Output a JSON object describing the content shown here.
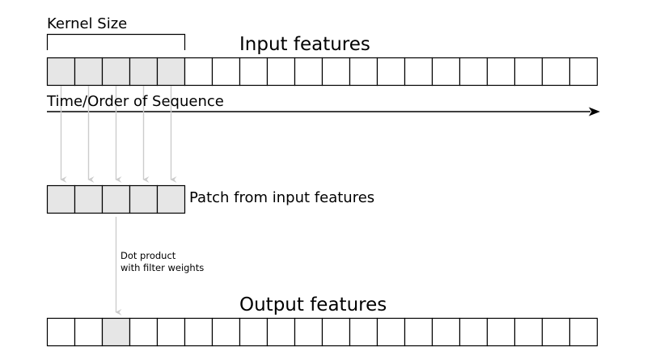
{
  "labels": {
    "kernel_size": "Kernel Size",
    "input_features": "Input features",
    "time_order": "Time/Order of Sequence",
    "patch": "Patch from input features",
    "dot_product_line1": "Dot product",
    "dot_product_line2": "with filter weights",
    "output_features": "Output features"
  },
  "input_row": {
    "cells": 20,
    "highlighted": [
      0,
      1,
      2,
      3,
      4
    ]
  },
  "patch_row": {
    "cells": 5,
    "highlighted": [
      0,
      1,
      2,
      3,
      4
    ]
  },
  "output_row": {
    "cells": 20,
    "highlighted": [
      2
    ]
  },
  "colors": {
    "cell_fill": "#ffffff",
    "cell_highlight": "#e6e6e6",
    "cell_stroke": "#000000",
    "arrow_gray": "#cccccc",
    "axis_arrow": "#000000"
  }
}
